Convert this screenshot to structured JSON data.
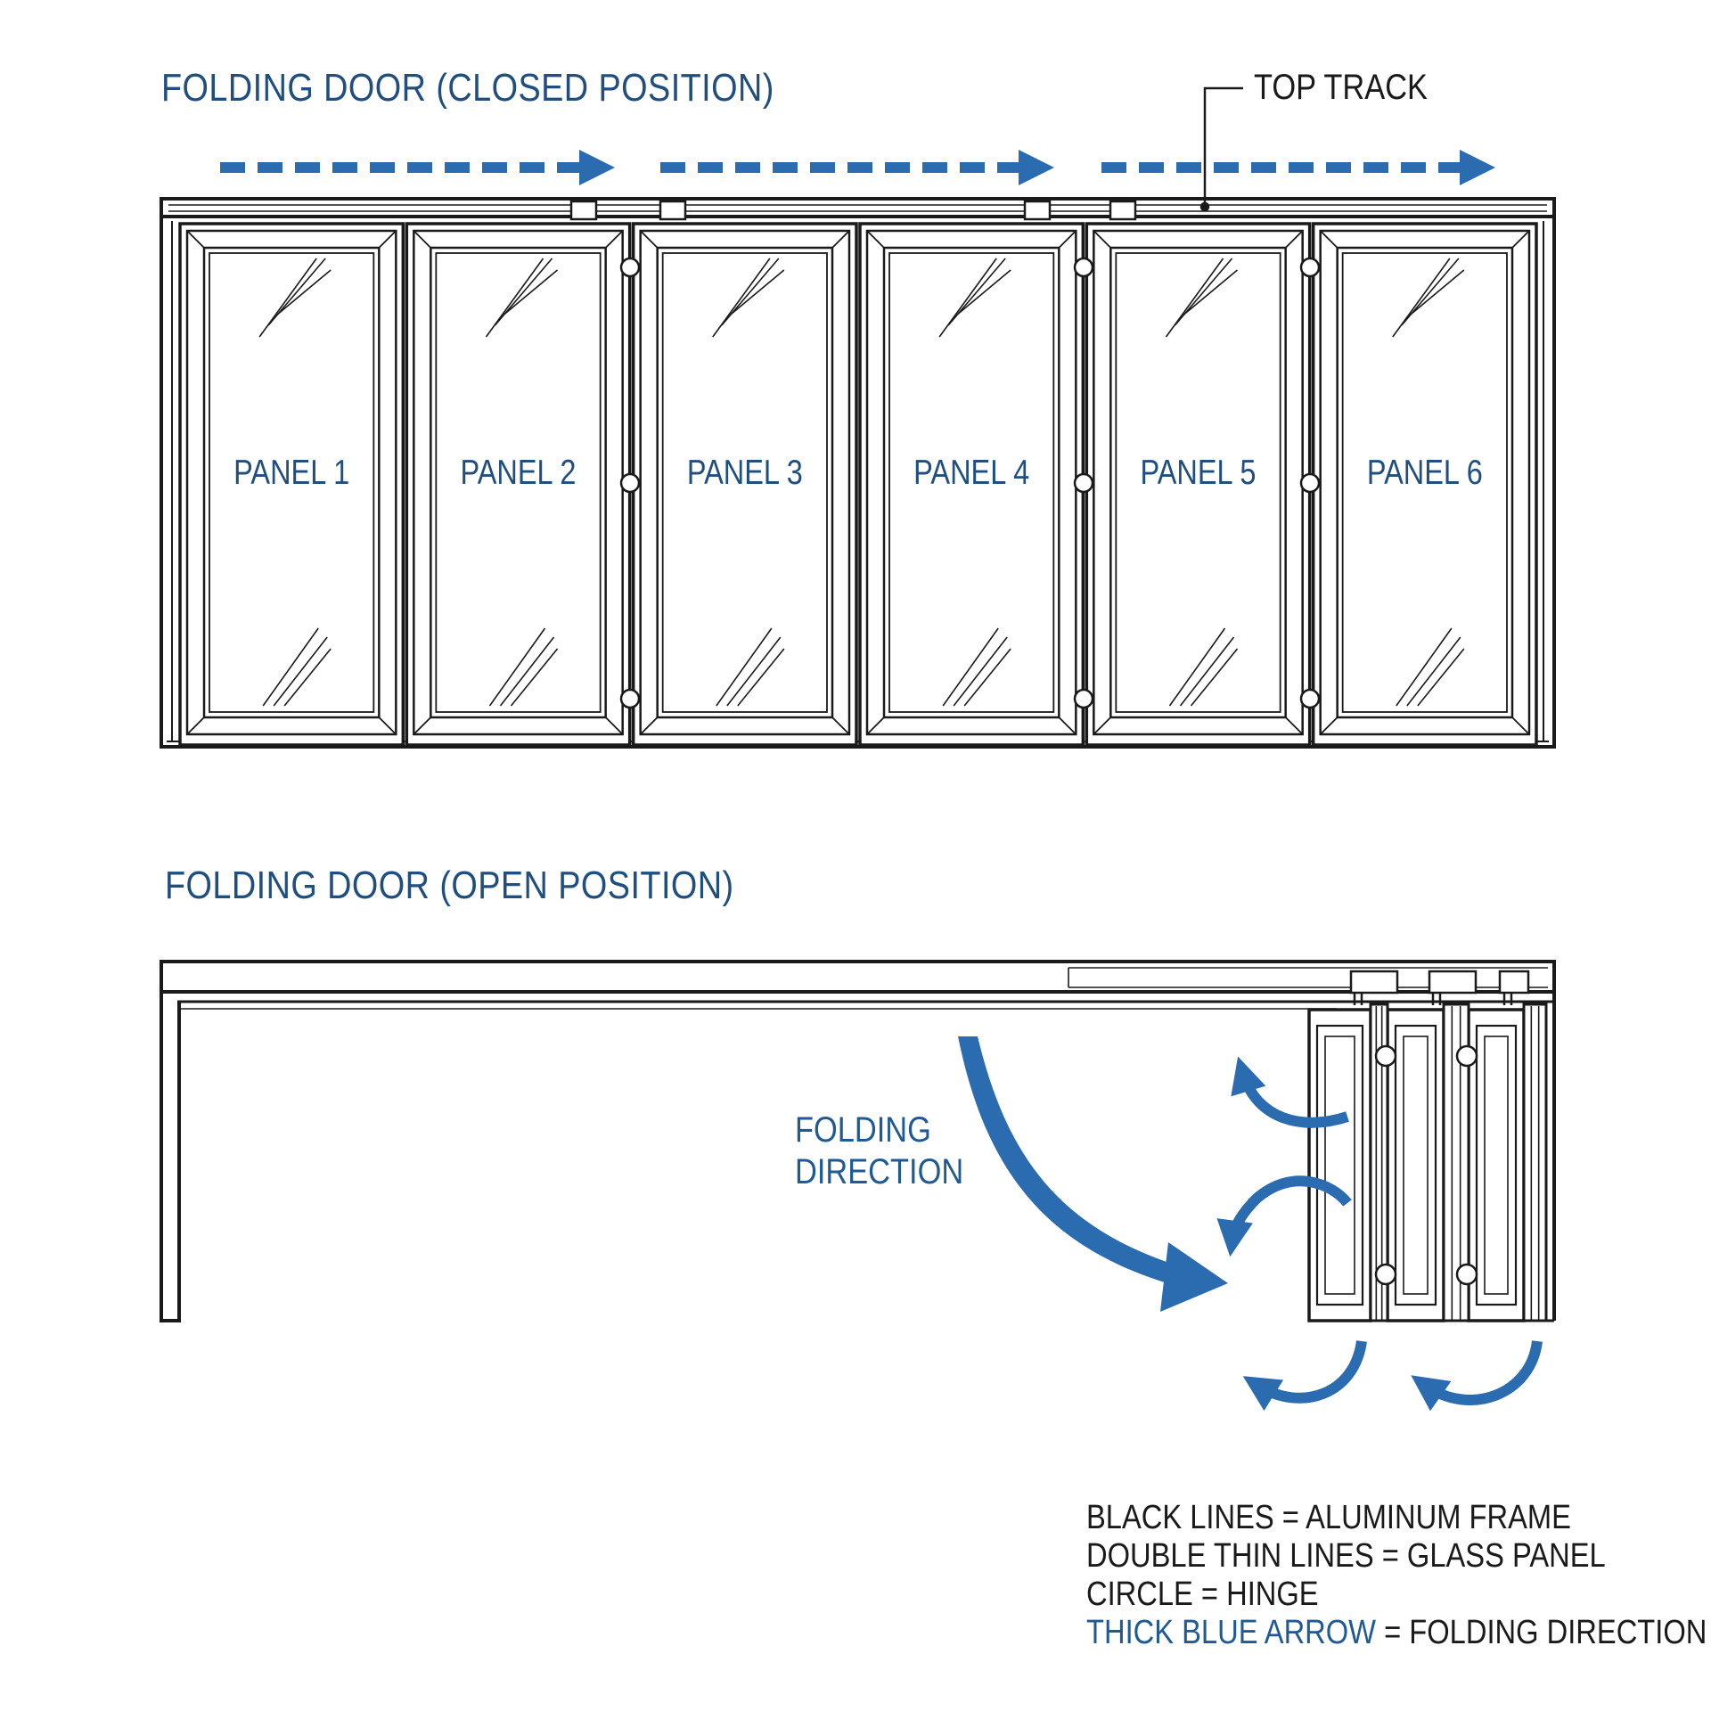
{
  "closed": {
    "title": "FOLDING DOOR (CLOSED POSITION)",
    "top_track_label": "TOP TRACK",
    "panels": [
      "PANEL 1",
      "PANEL 2",
      "PANEL 3",
      "PANEL 4",
      "PANEL 5",
      "PANEL 6"
    ]
  },
  "open": {
    "title": "FOLDING DOOR (OPEN POSITION)",
    "folding_label_line1": "FOLDING",
    "folding_label_line2": "DIRECTION"
  },
  "legend": {
    "line1": "BLACK LINES = ALUMINUM FRAME",
    "line2": "DOUBLE THIN LINES = GLASS PANEL",
    "line3": "CIRCLE = HINGE",
    "line4_key": "THICK BLUE ARROW",
    "line4_rest": " = FOLDING DIRECTION"
  },
  "colors": {
    "frame": "#1a1a1a",
    "accent_blue": "#2b6cb0",
    "label_blue": "#1f4e7f"
  }
}
